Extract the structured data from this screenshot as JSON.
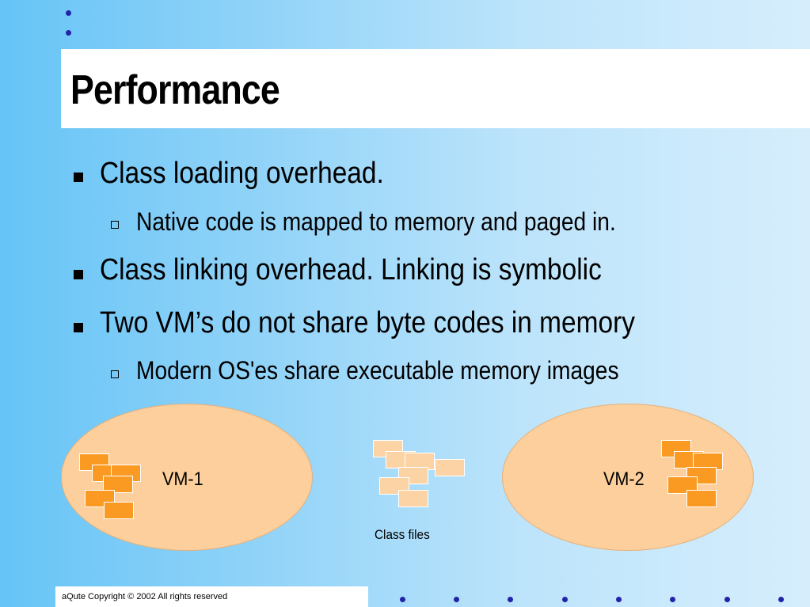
{
  "slide": {
    "title": "Performance",
    "bullets": {
      "b1": "Class loading overhead.",
      "b1_sub": "Native code is mapped to memory and paged in.",
      "b2": "Class linking overhead. Linking is symbolic",
      "b3": "Two VM’s do not share byte codes in memory",
      "b3_sub": "Modern OS'es share executable memory images"
    },
    "diagram": {
      "vm1_label": "VM-1",
      "vm2_label": "VM-2",
      "class_files_label": "Class files"
    },
    "footer": "aQute Copyright © 2002 All rights reserved"
  },
  "colors": {
    "background_left": "#66c4f6",
    "background_right": "#d6eefc",
    "ellipse_fill": "#fccf9c",
    "class_box": "#fb9a22",
    "class_box_light": "#fcd3a5",
    "dot": "#2323a8"
  }
}
